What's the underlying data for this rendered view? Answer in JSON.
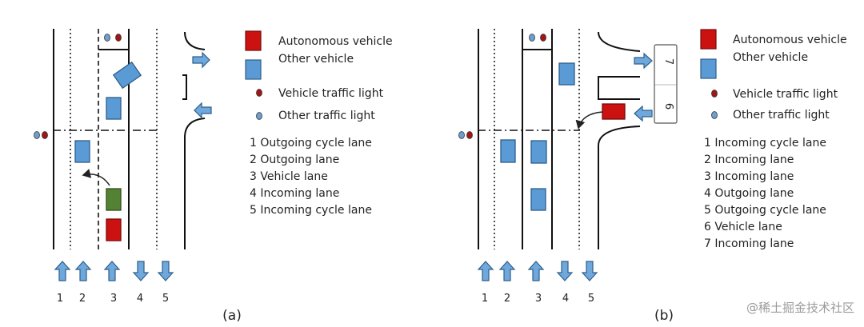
{
  "panel_a": {
    "legend": [
      {
        "label": "Autonomous vehicle",
        "icon": "red-car-icon",
        "color": "#cc1111"
      },
      {
        "label": "Other vehicle",
        "icon": "blue-car-icon",
        "color": "#5b9bd5"
      },
      {
        "label": "Vehicle traffic light",
        "icon": "red-light-icon",
        "color": "#a31515"
      },
      {
        "label": "Other traffic light",
        "icon": "blue-light-icon",
        "color": "#6d9ecf"
      }
    ],
    "lanes": [
      "1  Outgoing cycle lane",
      "2  Outgoing lane",
      "3  Vehicle lane",
      "4  Incoming lane",
      "5 Incoming cycle lane"
    ],
    "lane_numbers": [
      "1",
      "2",
      "3",
      "4",
      "5"
    ],
    "caption": "(a)"
  },
  "panel_b": {
    "legend": [
      {
        "label": "Autonomous vehicle",
        "icon": "red-car-icon",
        "color": "#cc1111"
      },
      {
        "label": "Other vehicle",
        "icon": "blue-car-icon",
        "color": "#5b9bd5"
      },
      {
        "label": "Vehicle traffic light",
        "icon": "red-light-icon",
        "color": "#a31515"
      },
      {
        "label": "Other traffic light",
        "icon": "blue-light-icon",
        "color": "#6d9ecf"
      }
    ],
    "lanes": [
      "1  Incoming cycle lane",
      "2  Incoming lane",
      "3  Incoming lane",
      "4 Outgoing lane",
      "5 Outgoing cycle lane",
      "6 Vehicle lane",
      "7 Incoming lane"
    ],
    "lane_numbers": [
      "1",
      "2",
      "3",
      "4",
      "5"
    ],
    "side_lane_numbers": [
      "7",
      "6"
    ],
    "caption": "(b)"
  },
  "colors": {
    "autonomous": "#cc1111",
    "other_vehicle": "#5b9bd5",
    "green_vehicle": "#548235",
    "arrow_fill": "#6fa8dc",
    "red_light": "#a31515",
    "blue_light": "#6d9ecf"
  },
  "watermark": "@稀土掘金技术社区"
}
